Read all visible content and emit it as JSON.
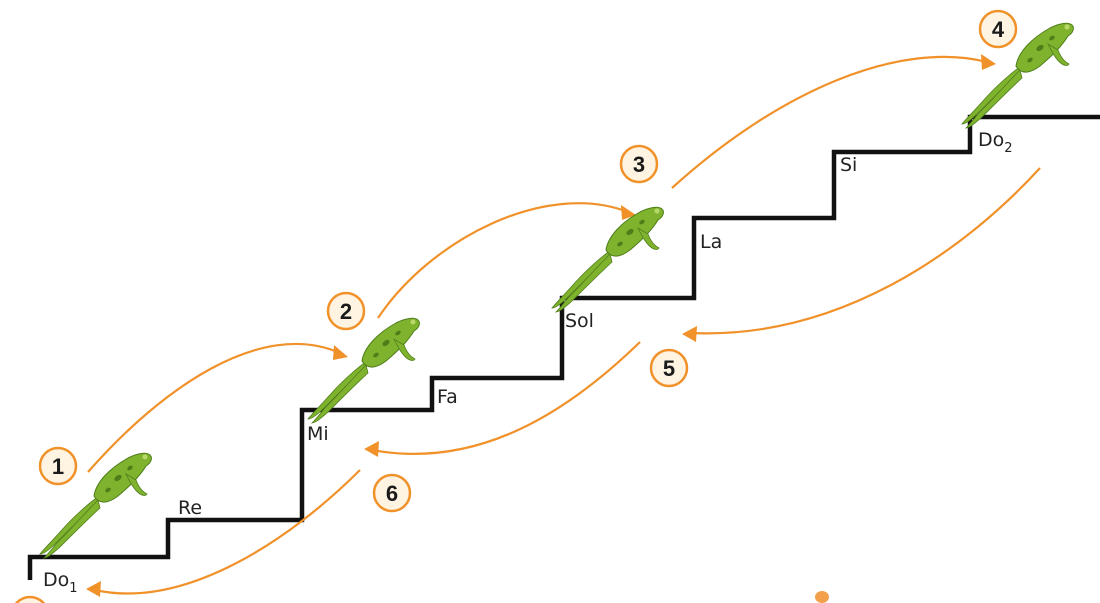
{
  "colors": {
    "stairs": "#111111",
    "arrow": "#f0912a",
    "badge_fill": "#fff4e2",
    "badge_stroke": "#f0912a",
    "number": "#1a1a1a",
    "frog_body": "#7fb32e",
    "frog_dark": "#4f7d1a",
    "frog_light": "#b9d86a"
  },
  "notes": [
    {
      "id": "do1",
      "label": "Do",
      "sub": "1"
    },
    {
      "id": "re",
      "label": "Re",
      "sub": ""
    },
    {
      "id": "mi",
      "label": "Mi",
      "sub": ""
    },
    {
      "id": "fa",
      "label": "Fa",
      "sub": ""
    },
    {
      "id": "sol",
      "label": "Sol",
      "sub": ""
    },
    {
      "id": "la",
      "label": "La",
      "sub": ""
    },
    {
      "id": "si",
      "label": "Si",
      "sub": ""
    },
    {
      "id": "do2",
      "label": "Do",
      "sub": "2"
    }
  ],
  "steps": [
    {
      "id": "step-1",
      "number": "1",
      "direction": "up",
      "from": "do1",
      "to": "mi"
    },
    {
      "id": "step-2",
      "number": "2",
      "direction": "up",
      "from": "mi",
      "to": "sol"
    },
    {
      "id": "step-3",
      "number": "3",
      "direction": "up",
      "from": "sol",
      "to": "do2"
    },
    {
      "id": "step-4",
      "number": "4",
      "direction": "top",
      "from": "",
      "to": ""
    },
    {
      "id": "step-5",
      "number": "5",
      "direction": "down",
      "from": "do2",
      "to": "sol"
    },
    {
      "id": "step-6",
      "number": "6",
      "direction": "down",
      "from": "mi",
      "to": "do1"
    }
  ],
  "frogs": [
    {
      "id": "frog-1",
      "at": "do1"
    },
    {
      "id": "frog-2",
      "at": "mi"
    },
    {
      "id": "frog-3",
      "at": "sol"
    },
    {
      "id": "frog-4",
      "at": "do2"
    }
  ]
}
